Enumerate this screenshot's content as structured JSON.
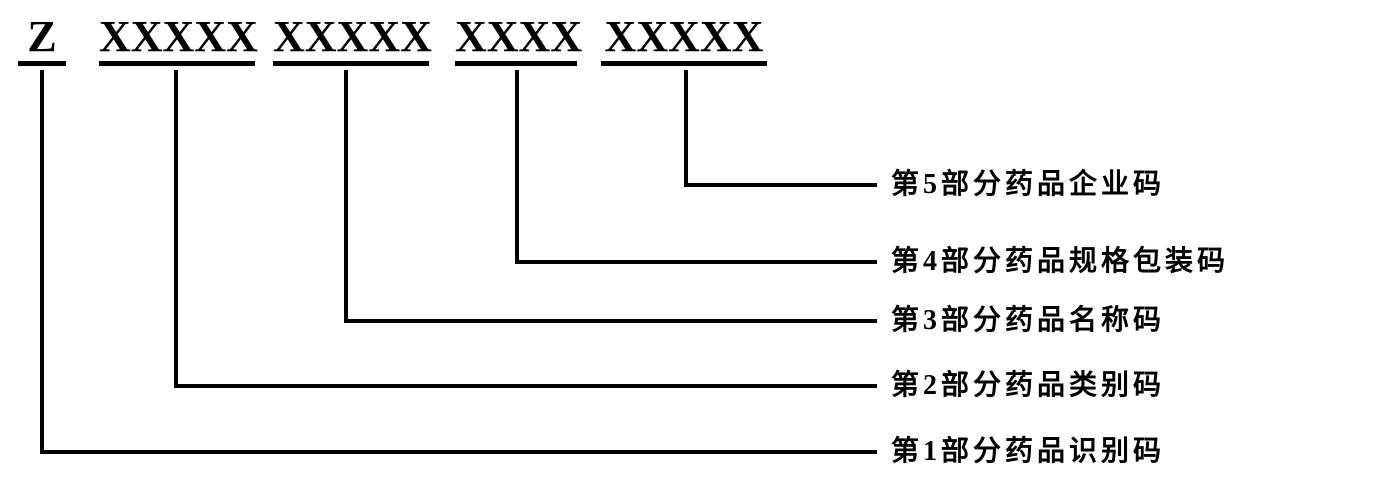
{
  "diagram": {
    "description_labels_order": "top-to-bottom",
    "segments": [
      {
        "part": 1,
        "text": "Z"
      },
      {
        "part": 2,
        "text": "XXXXX"
      },
      {
        "part": 3,
        "text": "XXXXX"
      },
      {
        "part": 4,
        "text": "XXXX"
      },
      {
        "part": 5,
        "text": "XXXXX"
      }
    ],
    "labels": [
      {
        "part": 5,
        "text": "第5部分药品企业码"
      },
      {
        "part": 4,
        "text": "第4部分药品规格包装码"
      },
      {
        "part": 3,
        "text": "第3部分药品名称码"
      },
      {
        "part": 2,
        "text": "第2部分药品类别码"
      },
      {
        "part": 1,
        "text": "第1部分药品识别码"
      }
    ],
    "colors": {
      "ink": "#000000",
      "background": "#ffffff"
    }
  }
}
